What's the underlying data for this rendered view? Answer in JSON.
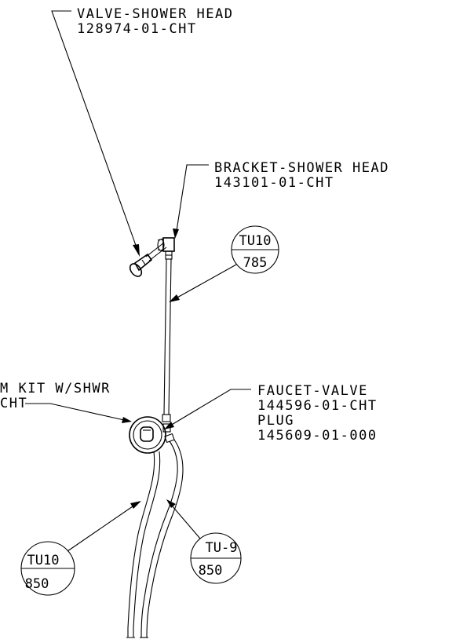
{
  "callouts": [
    {
      "id": "valve-shower-head",
      "line1": "VALVE-SHOWER HEAD",
      "line2": "128974-01-CHT"
    },
    {
      "id": "bracket-shower-head",
      "line1": "BRACKET-SHOWER HEAD",
      "line2": "143101-01-CHT"
    },
    {
      "id": "trim-kit",
      "line1": "M KIT W/SHWR",
      "line2": "CHT"
    },
    {
      "id": "faucet-valve",
      "line1": "FAUCET-VALVE",
      "line2": "144596-01-CHT",
      "line3": "PLUG",
      "line4": "145609-01-000"
    }
  ],
  "bubbles": [
    {
      "id": "tu10-785",
      "top": "TU10",
      "bottom": "785"
    },
    {
      "id": "tu10-850",
      "top": "TU10",
      "bottom": "850"
    },
    {
      "id": "tu9-850",
      "top": "TU-9",
      "bottom": "850"
    }
  ]
}
